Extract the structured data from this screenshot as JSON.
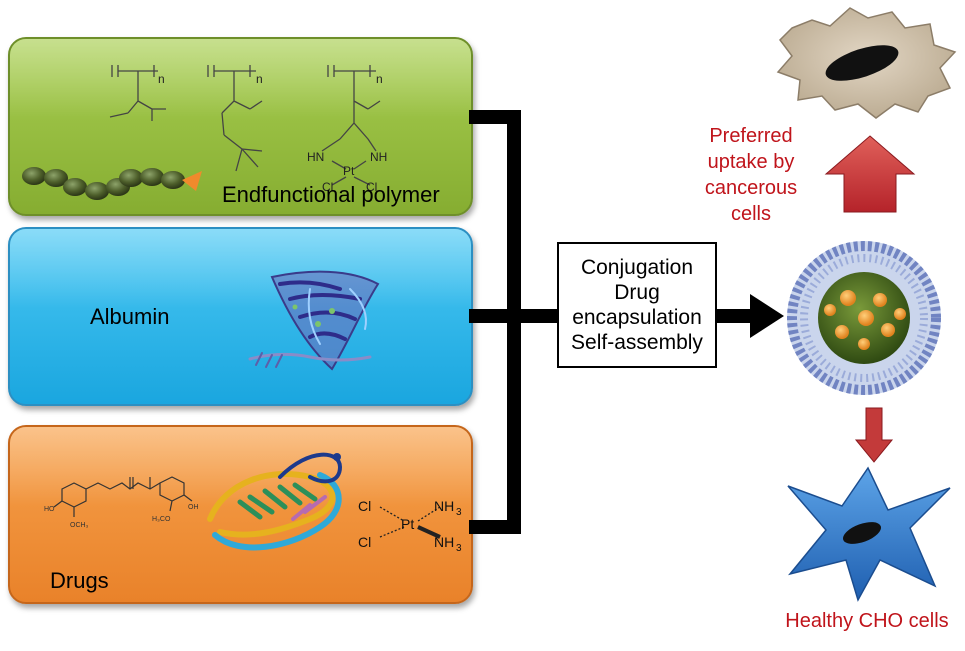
{
  "panels": {
    "polymer": {
      "label": "Endfunctional polymer",
      "subscript": "n",
      "platinum_labels": {
        "hn_left": "HN",
        "nh_right": "NH",
        "pt": "Pt",
        "cl_left": "Cl",
        "cl_right": "Cl"
      }
    },
    "albumin": {
      "label": "Albumin"
    },
    "drugs": {
      "label": "Drugs",
      "curcumin_labels": {
        "ho_left": "HO",
        "och3": "OCH₃",
        "h3co": "H₃CO",
        "oh_right": "OH"
      },
      "cisplatin_labels": {
        "cl_top": "Cl",
        "cl_bottom": "Cl",
        "pt": "Pt",
        "nh3_top": "NH",
        "nh3_bottom": "NH",
        "sub3": "3"
      }
    }
  },
  "process": {
    "lines": [
      "Conjugation",
      "Drug",
      "encapsulation",
      "Self-assembly"
    ]
  },
  "outcomes": {
    "cancer": {
      "lines": [
        "Preferred",
        "uptake by",
        "cancerous",
        "cells"
      ]
    },
    "healthy": {
      "label": "Healthy CHO cells"
    }
  },
  "colors": {
    "polymer_panel": "#94bb3e",
    "albumin_panel": "#2bb5ea",
    "drugs_panel": "#f0902f",
    "outcome_text": "#c0141b",
    "healthy_cell": "#2f7fcf"
  }
}
